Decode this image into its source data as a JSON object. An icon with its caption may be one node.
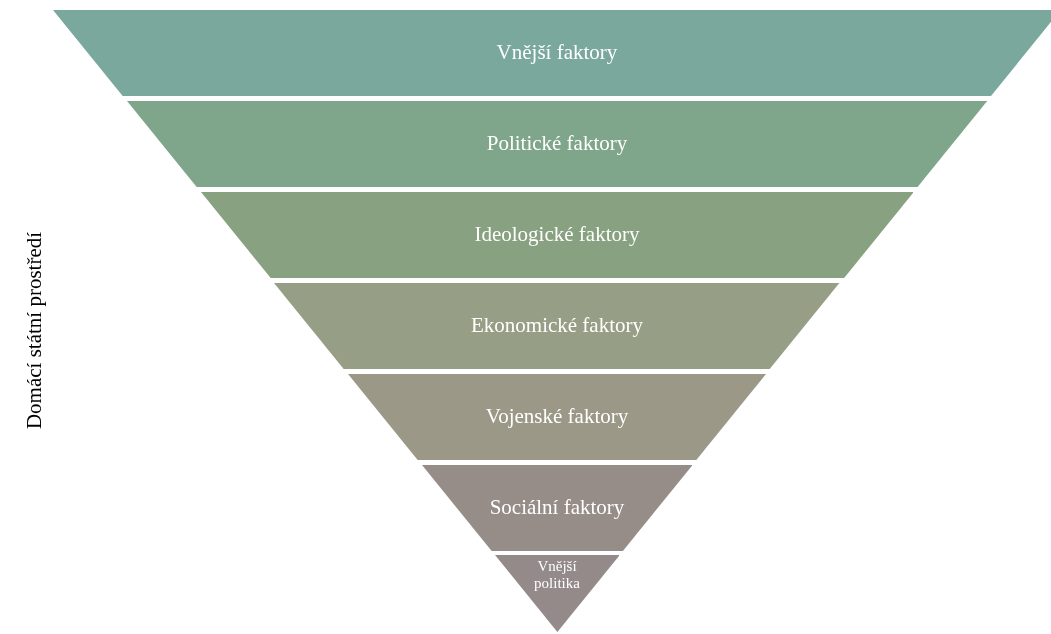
{
  "diagram": {
    "nodes": [
      {
        "text": [
          "Vnější faktory"
        ]
      },
      {
        "text": [
          "Politické faktory"
        ]
      },
      {
        "text": [
          "Ideologické faktory"
        ]
      },
      {
        "text": [
          "Ekonomické faktory"
        ]
      },
      {
        "text": [
          "Vojenské faktory"
        ]
      },
      {
        "text": [
          "Sociální faktory"
        ]
      },
      {
        "text": [
          "Vnější politika"
        ]
      }
    ],
    "labels": [
      "Domácí státní prostředí"
    ]
  }
}
